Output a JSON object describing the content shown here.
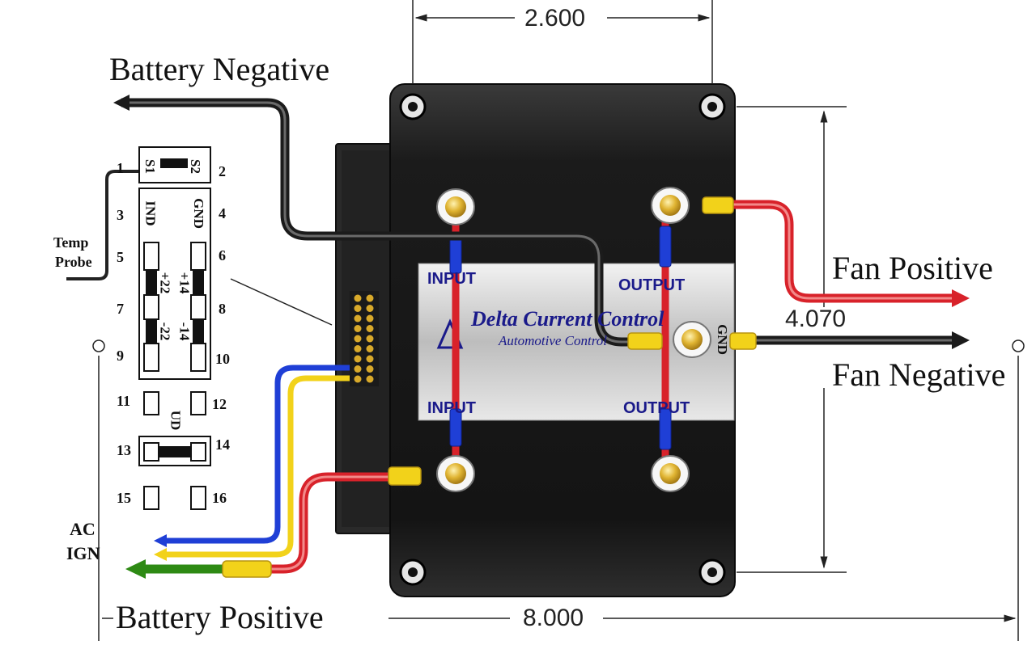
{
  "labels": {
    "battery_negative": "Battery Negative",
    "battery_positive": "Battery Positive",
    "fan_positive": "Fan Positive",
    "fan_negative": "Fan Negative",
    "temp": "Temp",
    "probe": "Probe",
    "ac": "AC",
    "ign": "IGN"
  },
  "dimensions": {
    "width_top": "2.600",
    "height_right": "4.070",
    "width_bottom": "8.000"
  },
  "panel": {
    "input_top": "INPUT",
    "input_bottom": "INPUT",
    "output_top": "OUTPUT",
    "output_bottom": "OUTPUT",
    "gnd": "GND",
    "brand": "Delta Current Control",
    "brand_sub": "Automotive Control"
  },
  "jumper_block": {
    "pins_left": [
      "1",
      "3",
      "5",
      "7",
      "9",
      "11",
      "13",
      "15"
    ],
    "pins_right": [
      "2",
      "4",
      "6",
      "8",
      "10",
      "12",
      "14",
      "16"
    ],
    "s1": "S1",
    "s2": "S2",
    "ind": "IND",
    "gnd": "GND",
    "p22": "+22",
    "p14": "+14",
    "m22": "-22",
    "m14": "-14",
    "ud": "UD"
  },
  "colors": {
    "wire_red": "#d8222a",
    "wire_black": "#2a2a2a",
    "wire_blue": "#1f3fd6",
    "wire_yellow": "#f2d21a",
    "wire_green": "#2e8a14",
    "housing": "#1c1c1c",
    "terminal_gold": "#d8a92a"
  }
}
